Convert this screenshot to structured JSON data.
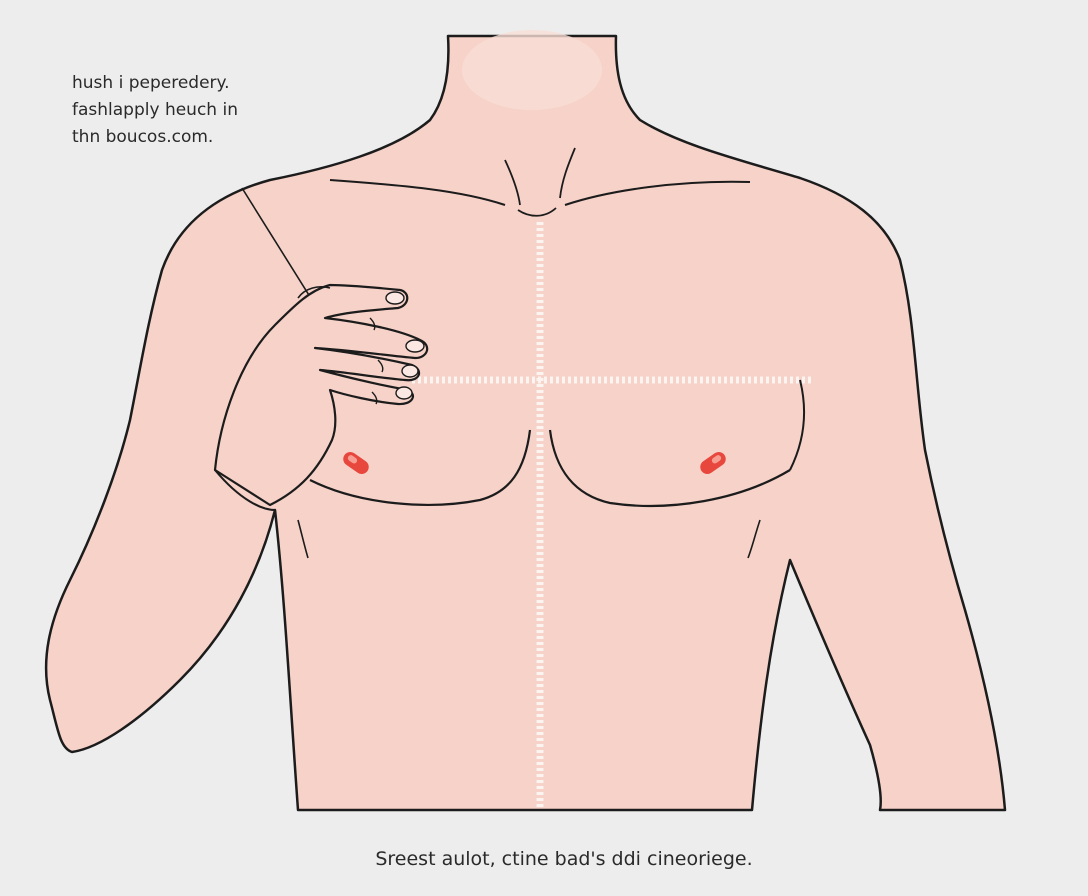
{
  "annotation": {
    "lines": [
      "hush i peperedery.",
      "fashlapply heuch in",
      "thn boucos.com."
    ]
  },
  "caption": "Sreest aulot, ctine bad's ddi  cineoriege.",
  "colors": {
    "background": "#ededed",
    "skin": "#f6d2c8",
    "skin_shadow": "#f0c1b4",
    "outline": "#1c1c1c",
    "guide_line": "#fbf4f1",
    "nipple_marker": "#e8473d"
  },
  "icons": [
    "hand-on-chest",
    "left-nipple-marker",
    "right-nipple-marker"
  ]
}
